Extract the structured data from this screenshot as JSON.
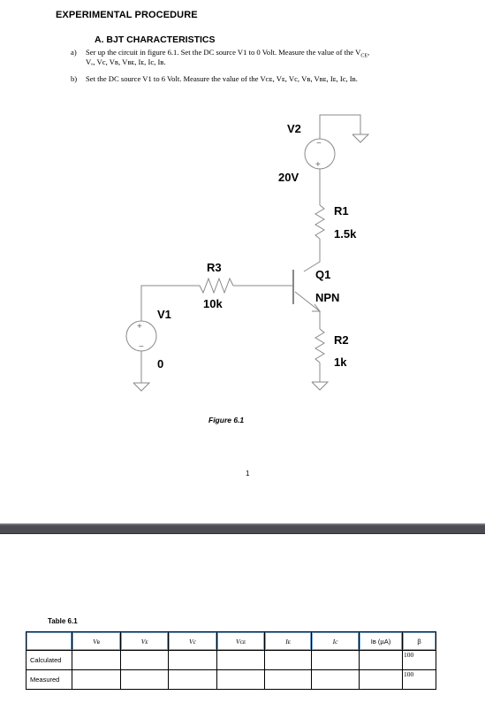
{
  "document": {
    "heading": "EXPERIMENTAL PROCEDURE",
    "subheading": "A.  BJT CHARACTERISTICS",
    "steps": [
      {
        "label": "a)",
        "line1": "Ser up the circuit in figure 6.1. Set the DC source V1 to 0 Volt. Measure the value of the V",
        "line1_sub": "CE",
        "line1_end": ",",
        "line2": "Vₑ, Vc, Vʙ, Vʙᴇ, Iᴇ, Ic, Iʙ."
      },
      {
        "label": "b)",
        "line1": "Set the DC source V1 to 6 Volt. Measure the value of the Vᴄᴇ, Vᴇ, Vc, Vʙ, Vʙᴇ, Iᴇ, Ic, Iʙ."
      }
    ],
    "figure_caption": "Figure 6.1",
    "page_number": "1",
    "table_caption": "Table 6.1"
  },
  "circuit": {
    "v2_label": "V2",
    "v2_value": "20V",
    "r1_label": "R1",
    "r1_value": "1.5k",
    "q1_label": "Q1",
    "q1_type": "NPN",
    "r2_label": "R2",
    "r2_value": "1k",
    "r3_label": "R3",
    "r3_value": "10k",
    "v1_label": "V1",
    "v1_value": "0",
    "plus_sign": "+",
    "minus_sign": "−"
  },
  "table": {
    "columns": [
      "",
      "Vʙ",
      "Vᴇ",
      "Vc",
      "Vᴄᴇ",
      "Iᴇ",
      "Ic",
      "Iʙ (µA)",
      "β"
    ],
    "rows": [
      {
        "label": "Calculated",
        "beta": "100"
      },
      {
        "label": "Measured",
        "beta": "100"
      }
    ]
  }
}
